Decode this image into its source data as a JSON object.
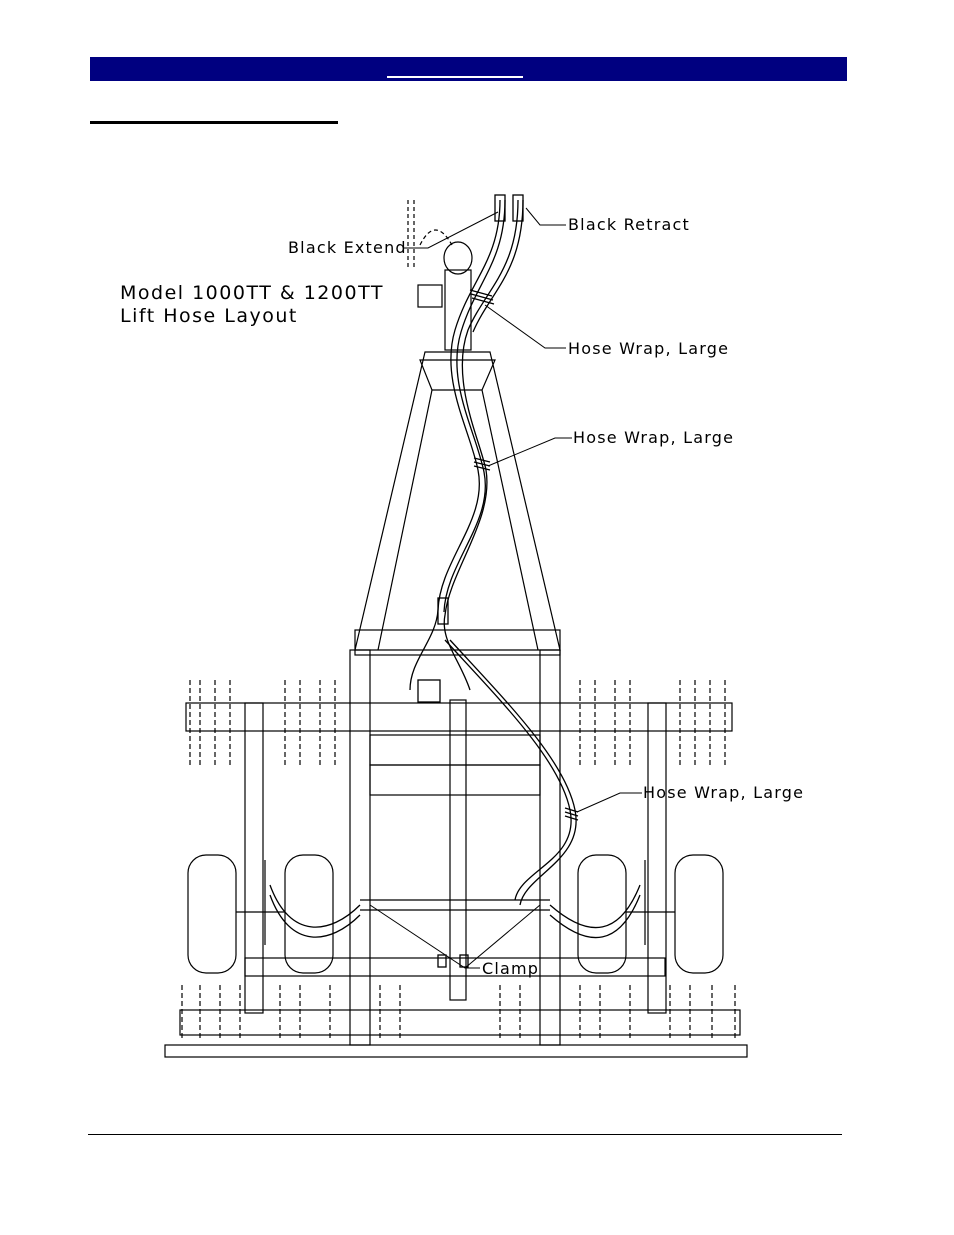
{
  "diagram": {
    "title_line1": "Model 1000TT & 1200TT",
    "title_line2": "Lift Hose Layout",
    "callouts": {
      "black_extend": "Black Extend",
      "black_retract": "Black Retract",
      "hose_wrap_1": "Hose Wrap, Large",
      "hose_wrap_2": "Hose Wrap, Large",
      "hose_wrap_3": "Hose Wrap, Large",
      "clamp": "Clamp"
    }
  }
}
